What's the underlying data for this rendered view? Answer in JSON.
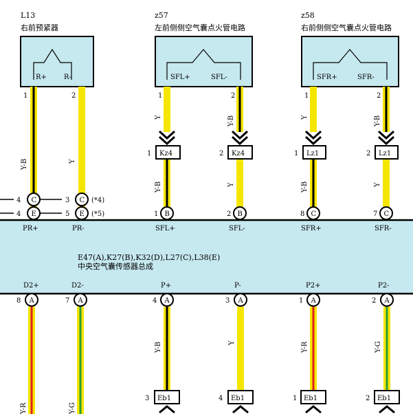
{
  "colors": {
    "yellow": "#f5e600",
    "blue_fill": "#c6e8ef",
    "red": "#e02020",
    "green": "#2a9a3a",
    "black": "#000000"
  },
  "components": [
    {
      "id": "L13",
      "name": "右前预紧器",
      "pins": [
        "R+",
        "R-"
      ]
    },
    {
      "id": "z57",
      "name": "左前侧侧空气囊点火管电路",
      "pins": [
        "SFL+",
        "SFL-"
      ]
    },
    {
      "id": "z58",
      "name": "右前侧侧空气囊点火管电路",
      "pins": [
        "SFR+",
        "SFR-"
      ]
    }
  ],
  "ecu": {
    "connectors": "E47(A),K27(B),K32(D),L27(C),L38(E)",
    "name": "中央空气囊传感器总成",
    "top_terminals": [
      "PR+",
      "PR-",
      "SFL+",
      "SFL-",
      "SFR+",
      "SFR-"
    ],
    "bottom_terminals": [
      "D2+",
      "D2-",
      "P+",
      "P-",
      "P2+",
      "P2-"
    ]
  },
  "connectors": {
    "kz4": "Kz4",
    "lz1": "Lz1",
    "eb1": "Eb1"
  },
  "notes": {
    "n4": "(*4)",
    "n5": "(*5)"
  },
  "wires": {
    "y": "Y",
    "yb": "Y-B",
    "yr": "Y-R",
    "yg": "Y-G"
  },
  "pin_numbers": {
    "l13": [
      "1",
      "2"
    ],
    "z57": [
      "1",
      "2"
    ],
    "z58": [
      "1",
      "2"
    ],
    "kz4": [
      "1",
      "2"
    ],
    "lz1": [
      "1",
      "2"
    ],
    "left_c_row": [
      "4",
      "3"
    ],
    "left_e_row": [
      "4",
      "5"
    ],
    "top_ecu": [
      "1",
      "2",
      "8",
      "7"
    ],
    "bottom_ecu": [
      "8",
      "7",
      "4",
      "3",
      "1",
      "2"
    ],
    "eb1": [
      "3",
      "4",
      "1",
      "2"
    ]
  },
  "circle_letters": {
    "c": "C",
    "e": "E",
    "b": "B",
    "a": "A"
  }
}
